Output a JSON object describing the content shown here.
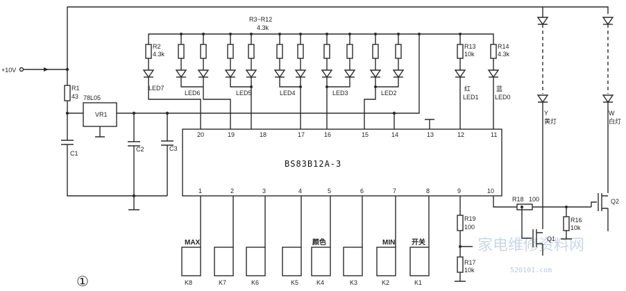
{
  "supply": {
    "label": "+10V"
  },
  "regulator": {
    "ref": "VR1",
    "part": "78L05"
  },
  "resistors": {
    "r1": {
      "ref": "R1",
      "value": "43"
    },
    "r2": {
      "ref": "R2",
      "value": "4.3k"
    },
    "r3_r12": {
      "ref": "R3~R12",
      "value": "4.3k"
    },
    "r13": {
      "ref": "R13",
      "value": "10k"
    },
    "r14": {
      "ref": "R14",
      "value": "4.3k"
    },
    "r16": {
      "ref": "R16",
      "value": "10k"
    },
    "r17": {
      "ref": "R17",
      "value": "10k"
    },
    "r18": {
      "ref": "R18",
      "value": "100"
    },
    "r19": {
      "ref": "R19",
      "value": "100"
    }
  },
  "capacitors": [
    "C1",
    "C2",
    "C3"
  ],
  "chip": {
    "name": "BS83B12A-3",
    "top_pins": [
      "20",
      "19",
      "18",
      "17",
      "16",
      "15",
      "14",
      "13",
      "12",
      "11"
    ],
    "bottom_pins": [
      "1",
      "2",
      "3",
      "4",
      "5",
      "6",
      "7",
      "8",
      "9",
      "10"
    ]
  },
  "leds": {
    "led7": "LED7",
    "led6": "LED6",
    "led5": "LED5",
    "led4": "LED4",
    "led3": "LED3",
    "led2": "LED2",
    "led1": {
      "ref": "LED1",
      "color": "红"
    },
    "led0": {
      "ref": "LED0",
      "color": "蓝"
    },
    "yellow": {
      "ref": "Y",
      "name": "黄灯"
    },
    "white": {
      "ref": "W",
      "name": "白灯"
    }
  },
  "transistors": {
    "q1": "Q1",
    "q2": "Q2"
  },
  "keys": [
    {
      "ref": "K8",
      "label": "MAX"
    },
    {
      "ref": "K7",
      "label": ""
    },
    {
      "ref": "K6",
      "label": ""
    },
    {
      "ref": "K5",
      "label": ""
    },
    {
      "ref": "K4",
      "label": "颜色"
    },
    {
      "ref": "K3",
      "label": ""
    },
    {
      "ref": "K2",
      "label": "MIN"
    },
    {
      "ref": "K1",
      "label": "开关"
    }
  ],
  "figure_number": "①",
  "watermark": {
    "text": "家电维修资料网",
    "url": "520101.com"
  }
}
